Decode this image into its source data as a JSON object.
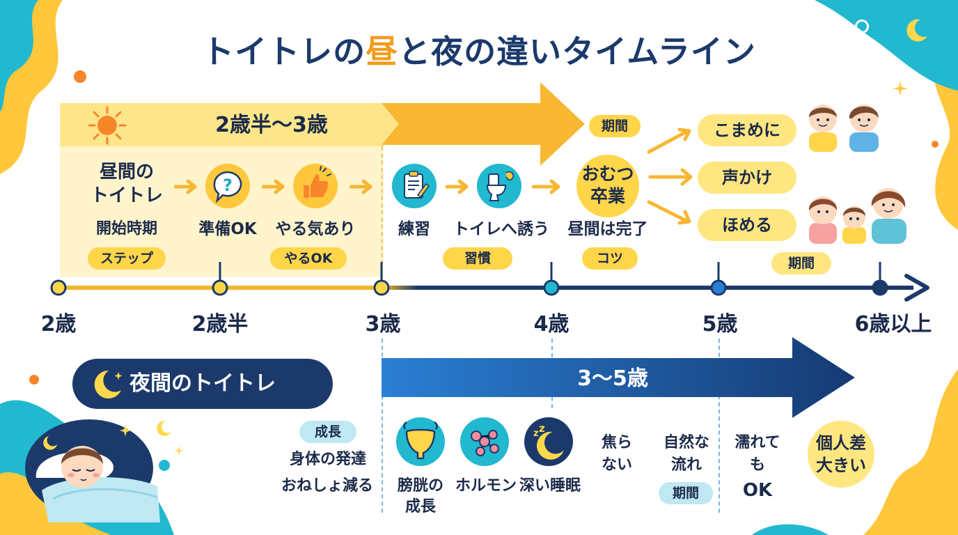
{
  "title": {
    "before": "トイトレの",
    "highlight": "昼",
    "after": "と夜の違いタイムライン"
  },
  "day": {
    "range_label": "2歳半〜3歳",
    "start_label_lines": [
      "昼間の",
      "トイトレ",
      "開始時期"
    ],
    "steps": [
      {
        "label": "準備OK",
        "icon": "question-icon"
      },
      {
        "label": "やる気あり",
        "icon": "thumbs-up-icon"
      },
      {
        "label": "練習",
        "icon": "clipboard-icon"
      },
      {
        "label": "トイレへ誘う",
        "icon": "toilet-icon"
      }
    ],
    "goal_lines": [
      "おむつ",
      "卒業"
    ],
    "goal_caption": "昼間は完了",
    "pills": {
      "step": "ステップ",
      "motivation": "やるOK",
      "habit": "習慣",
      "tips": "コツ",
      "period_top": "期間",
      "period_bottom": "期間"
    },
    "tips": [
      "こまめに",
      "声かけ",
      "ほめる"
    ]
  },
  "axis": {
    "ages": [
      "2歳",
      "2歳半",
      "3歳",
      "4歳",
      "5歳",
      "6歳以上"
    ]
  },
  "night": {
    "heading": "夜間のトイトレ",
    "range_label": "3〜5歳",
    "growth_pill": "成長",
    "growth_lines": [
      "身体の発達",
      "おねしょ減る"
    ],
    "factors": [
      {
        "lines": [
          "膀胱の",
          "成長"
        ],
        "icon": "bladder-icon"
      },
      {
        "lines": [
          "ホルモン"
        ],
        "icon": "hormone-icon"
      },
      {
        "lines": [
          "深い睡眠"
        ],
        "icon": "moon-sleep-icon"
      }
    ],
    "notes": [
      {
        "lines": [
          "焦ら",
          "ない"
        ]
      },
      {
        "lines": [
          "自然な",
          "流れ"
        ]
      },
      {
        "lines": [
          "濡れて",
          "も",
          "OK"
        ]
      }
    ],
    "period_pill": "期間",
    "individual_lines": [
      "個人差",
      "大きい"
    ]
  },
  "colors": {
    "day_band": "#fde58a",
    "day_band_light": "#fff4cc",
    "arrow_orange": "#f7b733",
    "night_band_start": "#2a7fd4",
    "night_band_end": "#163a72",
    "navy": "#1b3a6b"
  }
}
